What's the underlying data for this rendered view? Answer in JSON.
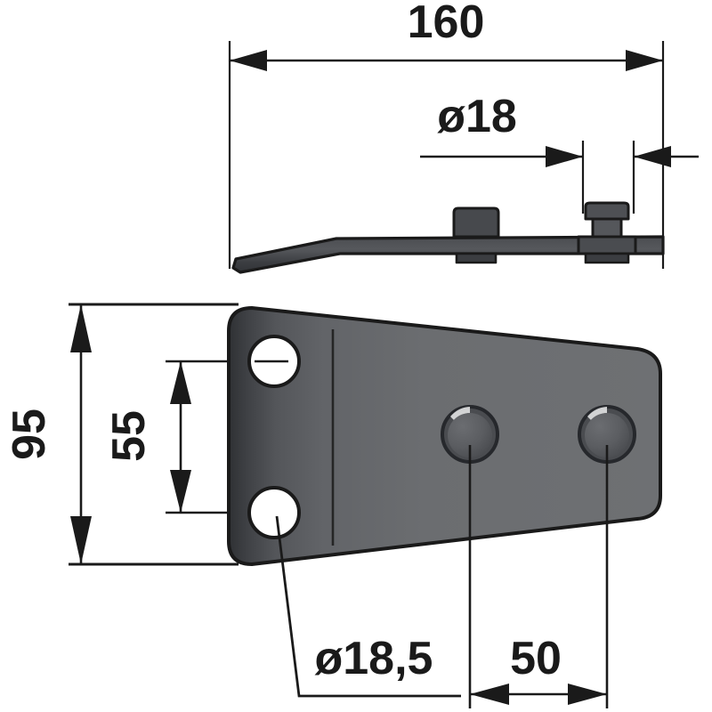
{
  "drawing": {
    "title": "Bracket plate technical drawing",
    "background_color": "#ffffff",
    "line_color": "#1a1a1a",
    "part_fill_light": "#6b6d70",
    "part_fill_dark": "#3a3c3f",
    "part_fill_mid": "#54565a",
    "stud_fill": "#5c5e62",
    "stud_fill_dark": "#46484c",
    "hole_fill": "#ffffff"
  },
  "dimensions": {
    "overall_length": {
      "label": "160",
      "value": 160,
      "unit": "mm",
      "orientation": "horizontal",
      "view": "side-view"
    },
    "hole_diameter_top": {
      "label": "ø18",
      "value": 18,
      "unit": "mm",
      "orientation": "horizontal",
      "view": "side-view"
    },
    "overall_height": {
      "label": "95",
      "value": 95,
      "unit": "mm",
      "orientation": "vertical",
      "view": "plan-view"
    },
    "hole_spacing": {
      "label": "55",
      "value": 55,
      "unit": "mm",
      "orientation": "vertical",
      "view": "plan-view"
    },
    "mounting_hole_diameter": {
      "label": "ø18,5",
      "value": 18.5,
      "unit": "mm",
      "orientation": "leader",
      "view": "plan-view"
    },
    "stud_spacing": {
      "label": "50",
      "value": 50,
      "unit": "mm",
      "orientation": "horizontal",
      "view": "plan-view"
    }
  },
  "views": {
    "side_view": {
      "name": "side-view",
      "features": [
        "tapered-bent-end",
        "flat-bar",
        "small-block-stud",
        "large-flanged-stud"
      ]
    },
    "plan_view": {
      "name": "plan-view",
      "features": [
        "tapered-plate",
        "mounting-hole-upper",
        "mounting-hole-lower",
        "stud-left",
        "stud-right",
        "bend-line"
      ]
    }
  }
}
